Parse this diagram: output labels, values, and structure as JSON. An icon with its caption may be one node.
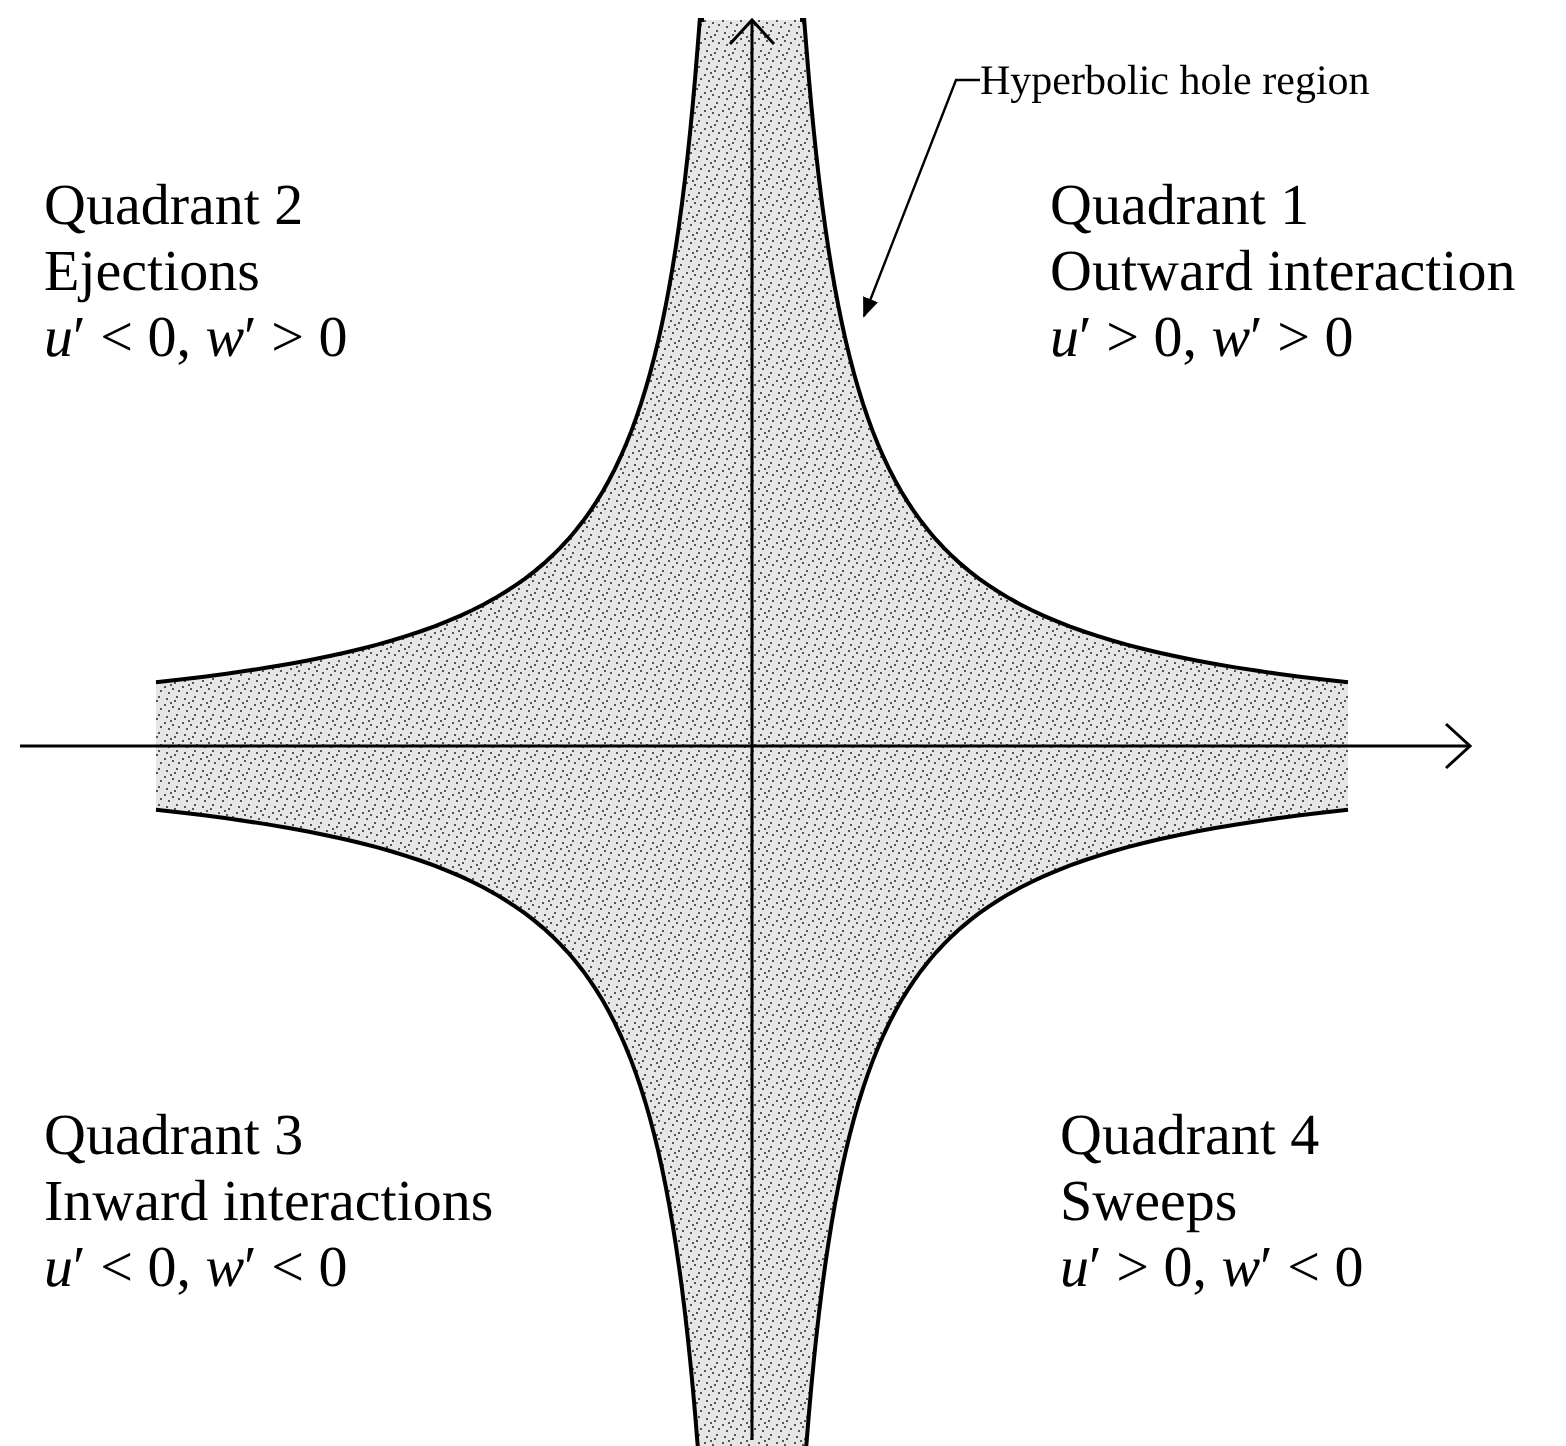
{
  "diagram": {
    "nodes": [
      {
        "text": [
          "Hyperbolic hole region"
        ]
      },
      {
        "text": [],
        "shape": "picture"
      }
    ],
    "edges": [
      {
        "from": 0,
        "to": 1,
        "arrow": "to"
      }
    ],
    "labels": [
      "Quadrant 2",
      "Ejections",
      "*u*′ < 0, *w*′ > 0",
      "Quadrant 1",
      "Outward interaction",
      "*u*′ > 0, *w*′ > 0",
      "Quadrant 3",
      "Inward interactions",
      "*u*′ < 0, *w*′ < 0",
      "Quadrant 4",
      "Sweeps",
      "*u*′ > 0, *w*′ < 0"
    ]
  }
}
